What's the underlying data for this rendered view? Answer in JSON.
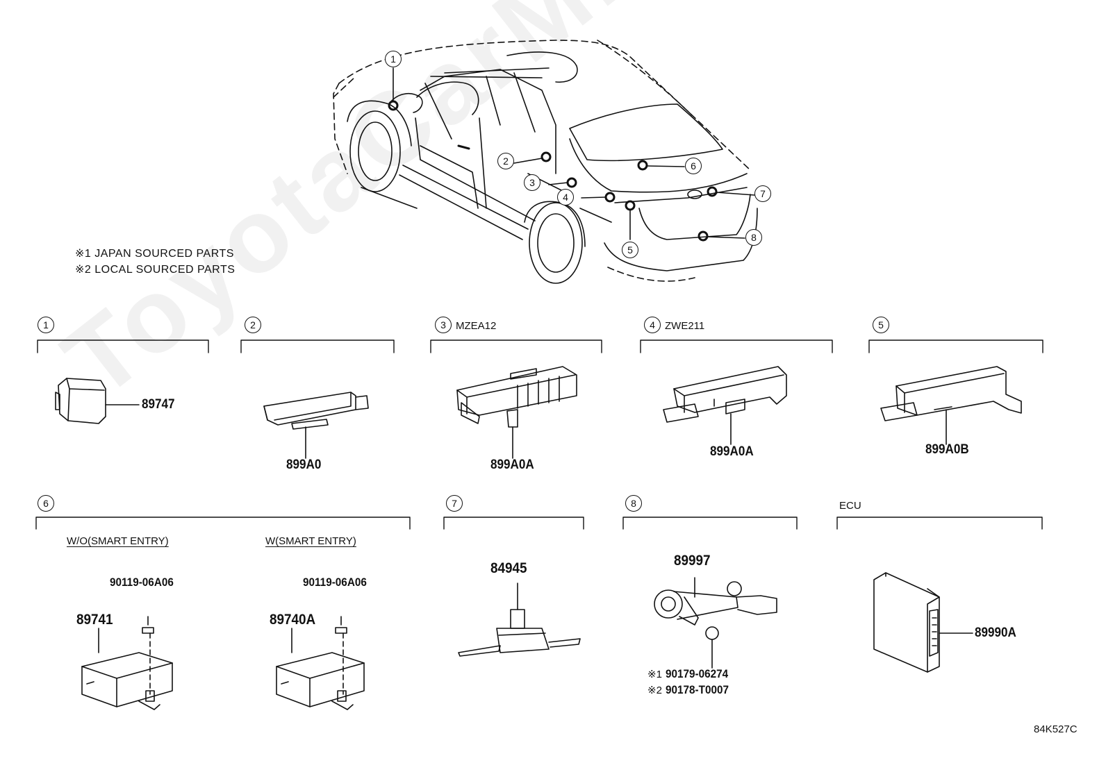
{
  "watermark": "ToyotaCarMine.ru",
  "notes": [
    "※1 JAPAN SOURCED PARTS",
    "※2 LOCAL SOURCED PARTS"
  ],
  "callouts": [
    "1",
    "2",
    "3",
    "4",
    "5",
    "6",
    "7",
    "8"
  ],
  "sections": {
    "s1": {
      "num": "1",
      "model": "",
      "parts": [
        "89747"
      ]
    },
    "s2": {
      "num": "2",
      "model": "",
      "parts": [
        "899A0"
      ]
    },
    "s3": {
      "num": "3",
      "model": "MZEA12",
      "parts": [
        "899A0A"
      ]
    },
    "s4": {
      "num": "4",
      "model": "ZWE211",
      "parts": [
        "899A0A"
      ]
    },
    "s5": {
      "num": "5",
      "model": "",
      "parts": [
        "899A0B"
      ]
    },
    "s6": {
      "num": "6",
      "variant_a": "W/O(SMART ENTRY)",
      "variant_b": "W(SMART ENTRY)",
      "parts": [
        "90119-06A06",
        "89741",
        "90119-06A06",
        "89740A"
      ]
    },
    "s7": {
      "num": "7",
      "parts": [
        "84945"
      ]
    },
    "s8": {
      "num": "8",
      "parts": [
        "89997",
        "※1",
        "90179-06274",
        "※2",
        "90178-T0007"
      ]
    },
    "ecu": {
      "label": "ECU",
      "parts": [
        "89990A"
      ]
    }
  },
  "diagram_code": "84K527C"
}
